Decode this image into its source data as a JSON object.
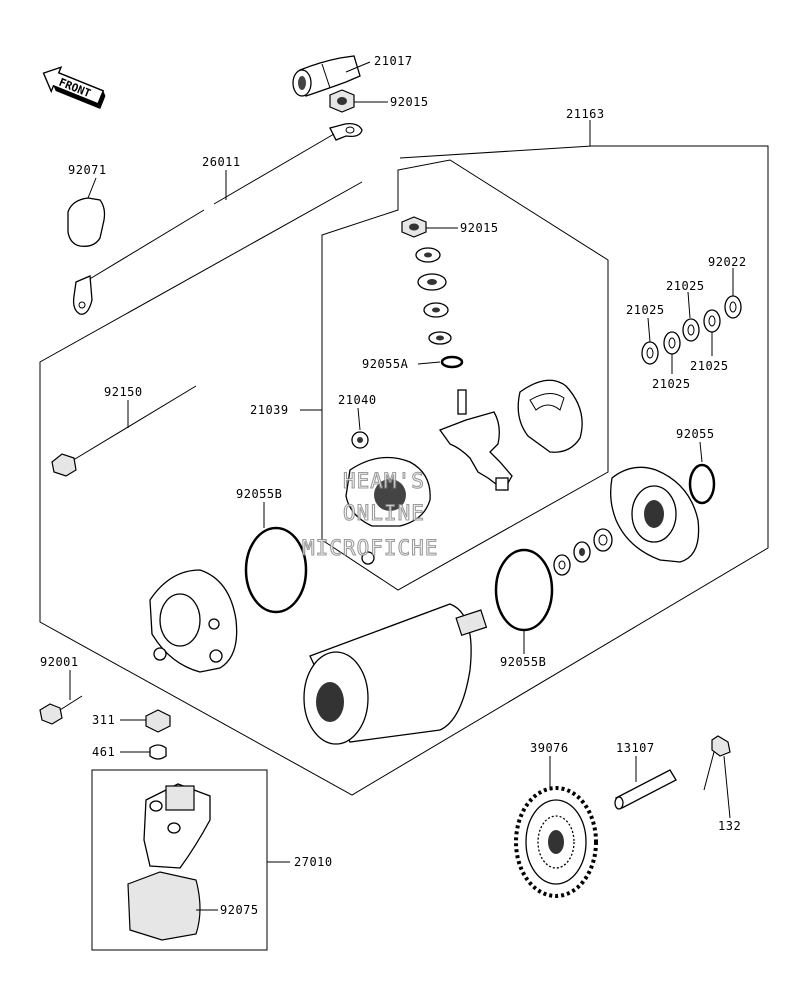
{
  "diagram": {
    "front_label": "FRONT",
    "watermark": [
      "HEAM'S",
      "ONLINE",
      "MICROFICHE"
    ],
    "colors": {
      "line": "#000000",
      "background": "#ffffff",
      "watermark": "#8a8a8a"
    },
    "parts": {
      "p21017": "21017",
      "p92015a": "92015",
      "p92015b": "92015",
      "p21163": "21163",
      "p92071": "92071",
      "p26011": "26011",
      "p92022": "92022",
      "p21025a": "21025",
      "p21025b": "21025",
      "p21025c": "21025",
      "p21025d": "21025",
      "p92055a": "92055A",
      "p21039": "21039",
      "p21040": "21040",
      "p92150": "92150",
      "p92055": "92055",
      "p92055b1": "92055B",
      "p92055b2": "92055B",
      "p92001": "92001",
      "p311": "311",
      "p461": "461",
      "p39076": "39076",
      "p13107": "13107",
      "p132": "132",
      "p27010": "27010",
      "p92075": "92075"
    }
  }
}
